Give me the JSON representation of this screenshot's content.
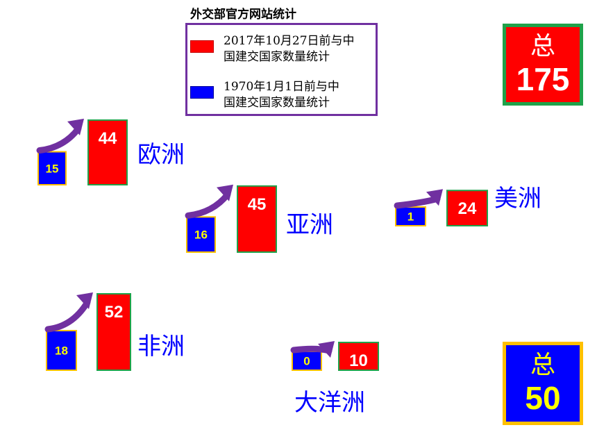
{
  "chart_data": {
    "type": "bar",
    "title": "外交部官方网站统计",
    "series": [
      {
        "name": "2017年10月27日前与中国建交国家数量统计",
        "color": "#ff0000"
      },
      {
        "name": "1970年1月1日前与中国建交国家数量统计",
        "color": "#0000ff"
      }
    ],
    "categories": [
      "欧洲",
      "亚洲",
      "美洲",
      "非洲",
      "大洋洲"
    ],
    "values_2017": [
      44,
      45,
      24,
      52,
      10
    ],
    "values_1970": [
      15,
      16,
      1,
      18,
      0
    ],
    "totals": {
      "label": "总",
      "total_2017": "175",
      "total_1970": "50"
    }
  },
  "legend": {
    "red_line1": "2017年10月27日前与中",
    "red_line2": "国建交国家数量统计",
    "blue_line1": "1970年1月1日前与中",
    "blue_line2": "国建交国家数量统计"
  },
  "colors": {
    "red": "#ff0000",
    "blue": "#0000ff",
    "arrow": "#7030a0",
    "label_blue": "#0000ff",
    "gold": "#ffc000",
    "green": "#1fa24a"
  }
}
